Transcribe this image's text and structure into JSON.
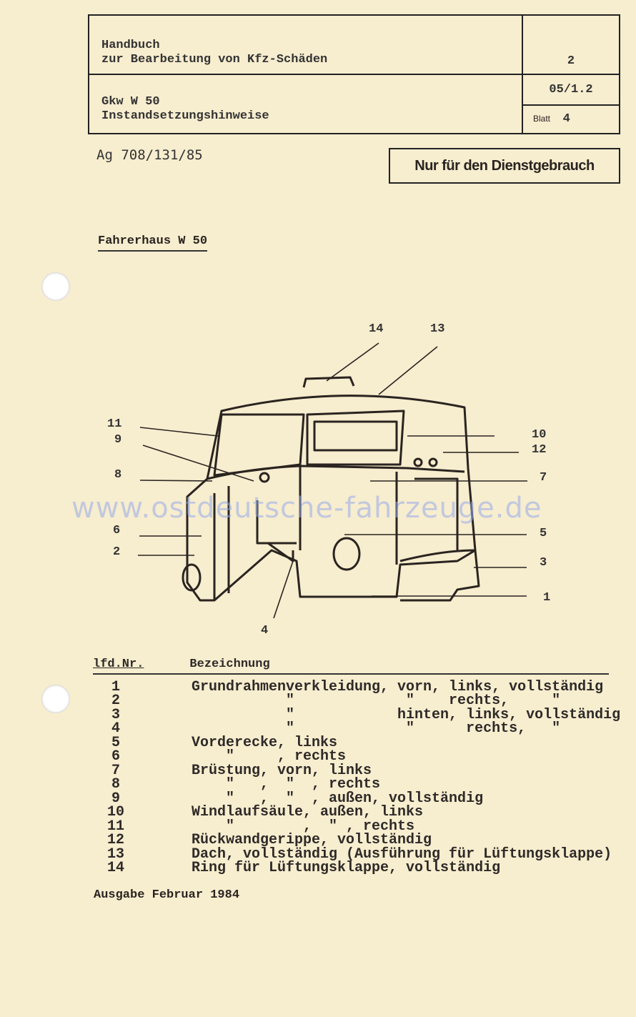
{
  "header": {
    "title_line1": "Handbuch",
    "title_line2": "zur Bearbeitung von Kfz-Schäden",
    "volume": "2",
    "vehicle": "Gkw W 50",
    "subtitle": "Instandsetzungshinweise",
    "section": "05/1.2",
    "sheet_label": "Blatt",
    "sheet_number": "4"
  },
  "reference": "Ag 708/131/85",
  "stamp": "Nur für den Dienstgebrauch",
  "section_title": "Fahrerhaus W 50",
  "watermark": "www.ostdeutsche-fahrzeuge.de",
  "diagram": {
    "callouts": [
      "1",
      "2",
      "3",
      "4",
      "5",
      "6",
      "7",
      "8",
      "9",
      "10",
      "11",
      "12",
      "13",
      "14"
    ]
  },
  "parts_list": {
    "col_number": "lfd.Nr.",
    "col_description": "Bezeichnung",
    "rows": [
      {
        "nr": "1",
        "text": "Grundrahmenverkleidung, vorn, links, vollständig"
      },
      {
        "nr": "2",
        "text": "           \"             \"    rechts,     \""
      },
      {
        "nr": "3",
        "text": "           \"            hinten, links, vollständig"
      },
      {
        "nr": "4",
        "text": "           \"             \"      rechts,   \""
      },
      {
        "nr": "5",
        "text": "Vorderecke, links"
      },
      {
        "nr": "6",
        "text": "    \"     , rechts"
      },
      {
        "nr": "7",
        "text": "Brüstung, vorn, links"
      },
      {
        "nr": "8",
        "text": "    \"   ,  \"  , rechts"
      },
      {
        "nr": "9",
        "text": "    \"   ,  \"  , außen, vollständig"
      },
      {
        "nr": "10",
        "text": "Windlaufsäule, außen, links"
      },
      {
        "nr": "11",
        "text": "    \"        ,  \" , rechts"
      },
      {
        "nr": "12",
        "text": "Rückwandgerippe, vollständig"
      },
      {
        "nr": "13",
        "text": "Dach, vollständig (Ausführung für Lüftungsklappe)"
      },
      {
        "nr": "14",
        "text": "Ring für Lüftungsklappe, vollständig"
      }
    ]
  },
  "footer": "Ausgabe Februar 1984"
}
